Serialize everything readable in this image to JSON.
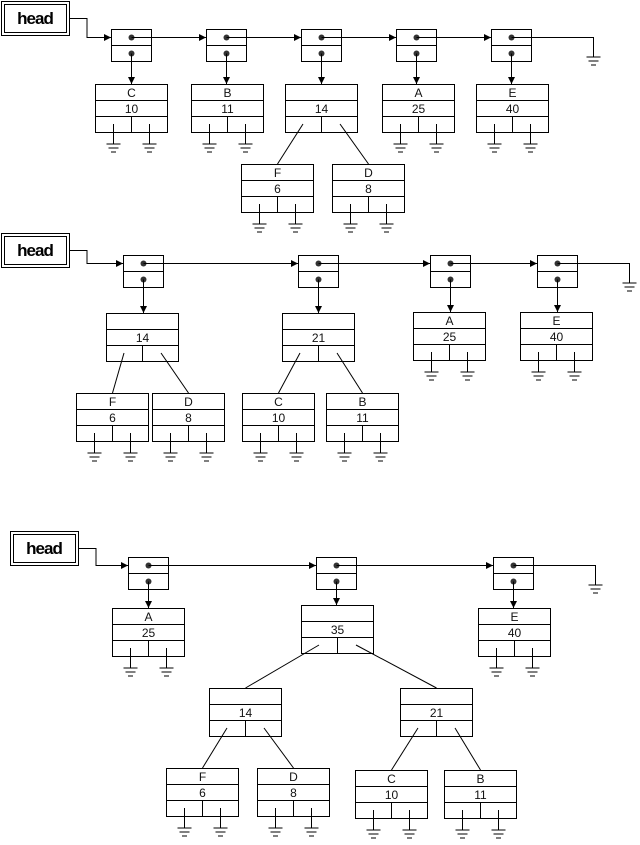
{
  "head_label": "head",
  "diagrams": [
    {
      "list": [
        {
          "tree": {
            "letter": "C",
            "value": "10"
          }
        },
        {
          "tree": {
            "letter": "B",
            "value": "11"
          }
        },
        {
          "tree": {
            "letter": "",
            "value": "14",
            "left": {
              "letter": "F",
              "value": "6"
            },
            "right": {
              "letter": "D",
              "value": "8"
            }
          }
        },
        {
          "tree": {
            "letter": "A",
            "value": "25"
          }
        },
        {
          "tree": {
            "letter": "E",
            "value": "40"
          }
        }
      ]
    },
    {
      "list": [
        {
          "tree": {
            "letter": "",
            "value": "14",
            "left": {
              "letter": "F",
              "value": "6"
            },
            "right": {
              "letter": "D",
              "value": "8"
            }
          }
        },
        {
          "tree": {
            "letter": "",
            "value": "21",
            "left": {
              "letter": "C",
              "value": "10"
            },
            "right": {
              "letter": "B",
              "value": "11"
            }
          }
        },
        {
          "tree": {
            "letter": "A",
            "value": "25"
          }
        },
        {
          "tree": {
            "letter": "E",
            "value": "40"
          }
        }
      ]
    },
    {
      "list": [
        {
          "tree": {
            "letter": "A",
            "value": "25"
          }
        },
        {
          "tree": {
            "letter": "",
            "value": "35",
            "left": {
              "letter": "",
              "value": "14",
              "left": {
                "letter": "F",
                "value": "6"
              },
              "right": {
                "letter": "D",
                "value": "8"
              }
            },
            "right": {
              "letter": "",
              "value": "21",
              "left": {
                "letter": "C",
                "value": "10"
              },
              "right": {
                "letter": "B",
                "value": "11"
              }
            }
          }
        },
        {
          "tree": {
            "letter": "E",
            "value": "40"
          }
        }
      ]
    }
  ]
}
